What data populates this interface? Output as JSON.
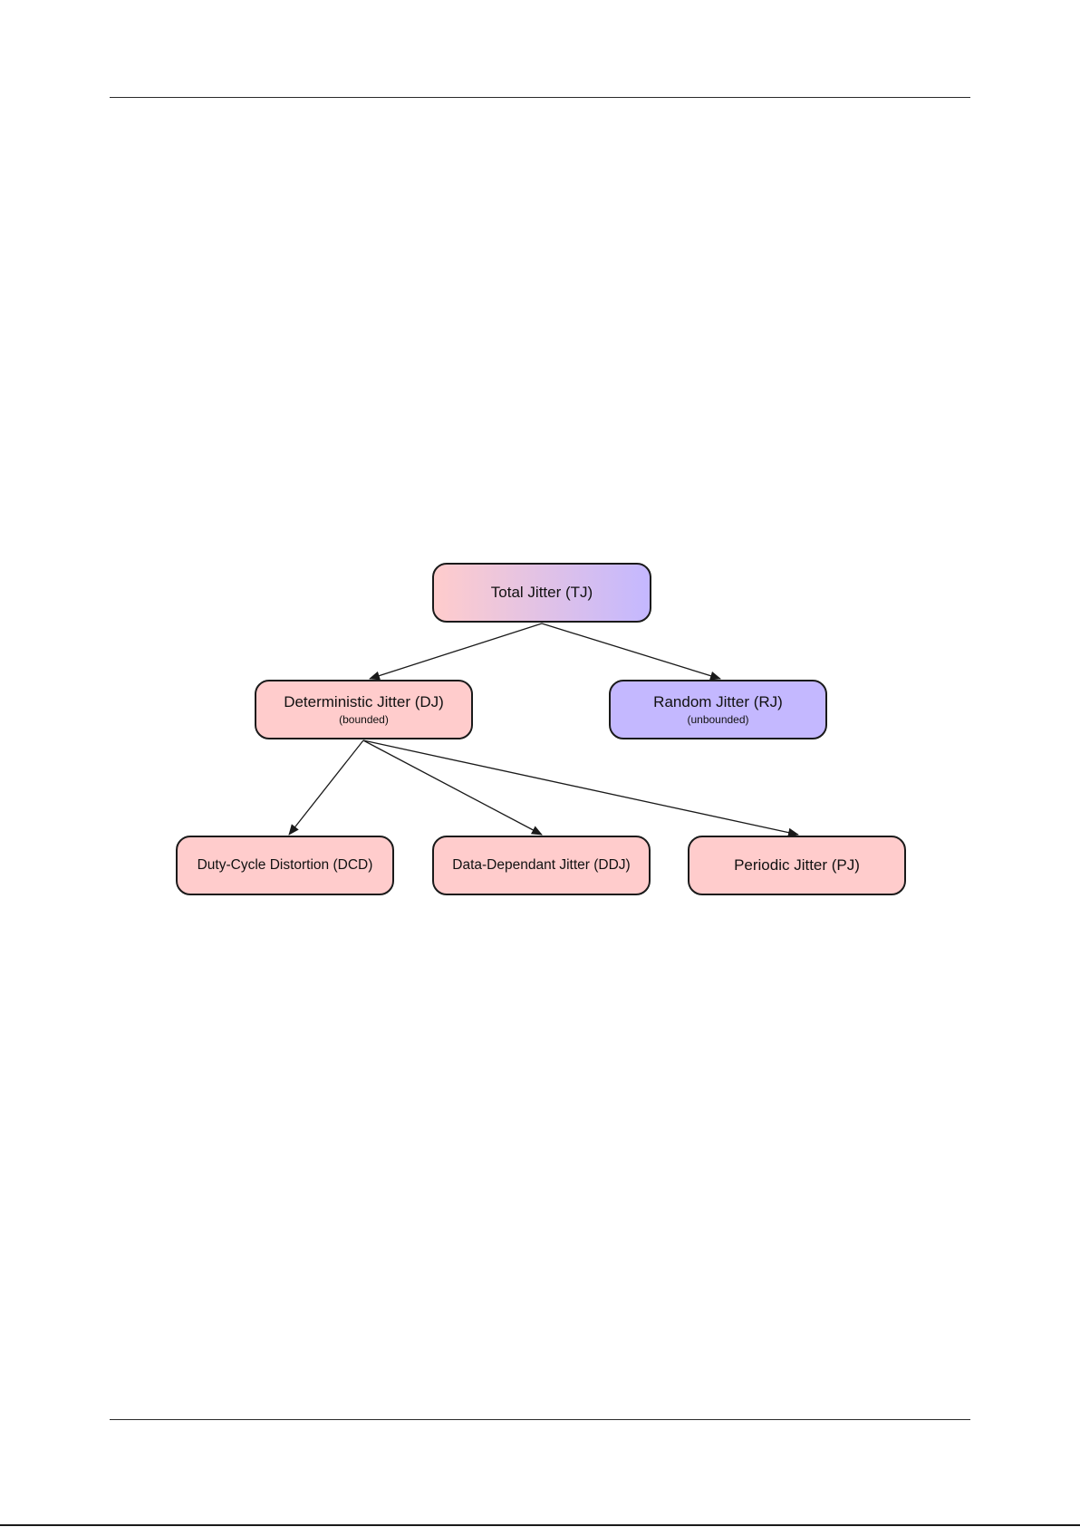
{
  "diagram": {
    "nodes": {
      "total": {
        "label": "Total Jitter (TJ)",
        "sub": ""
      },
      "dj": {
        "label": "Deterministic Jitter (DJ)",
        "sub": "(bounded)"
      },
      "rj": {
        "label": "Random Jitter (RJ)",
        "sub": "(unbounded)"
      },
      "dcd": {
        "label": "Duty-Cycle Distortion (DCD)",
        "sub": ""
      },
      "ddj": {
        "label": "Data-Dependant Jitter (DDJ)",
        "sub": ""
      },
      "pj": {
        "label": "Periodic Jitter (PJ)",
        "sub": ""
      }
    },
    "edges": [
      {
        "from": "total",
        "to": "dj"
      },
      {
        "from": "total",
        "to": "rj"
      },
      {
        "from": "dj",
        "to": "dcd"
      },
      {
        "from": "dj",
        "to": "ddj"
      },
      {
        "from": "dj",
        "to": "pj"
      }
    ],
    "colors": {
      "deterministic_fill": "#ffcccc",
      "random_fill": "#c4b8ff",
      "border": "#1a1a1a",
      "edge": "#1a1a1a"
    }
  }
}
